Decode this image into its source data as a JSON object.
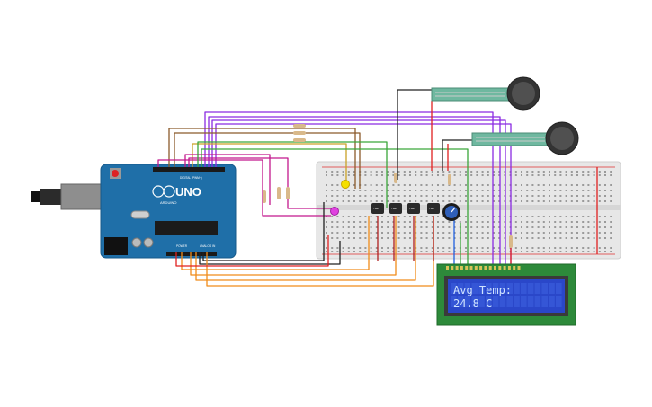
{
  "arduino": {
    "logo": "UNO",
    "brand": "ARDUINO",
    "digital_label": "DIGITAL (PWM~)",
    "power_label": "POWER",
    "analog_label": "ANALOG IN"
  },
  "lcd": {
    "line1": "Avg Temp:",
    "line2": "24.8 C"
  },
  "sensors": {
    "temp_label": "TMP"
  },
  "colors": {
    "board_blue": "#1f6fa8",
    "breadboard": "#e7e7e7",
    "lcd_green": "#2d8a3a",
    "lcd_screen": "#2a47c9",
    "wire_purple": "#8a2be2",
    "wire_brown": "#8b5a2b",
    "wire_magenta": "#c2188d",
    "wire_orange": "#f08c1a",
    "wire_green": "#3aa63a",
    "wire_red": "#e02020",
    "wire_black": "#222222"
  }
}
